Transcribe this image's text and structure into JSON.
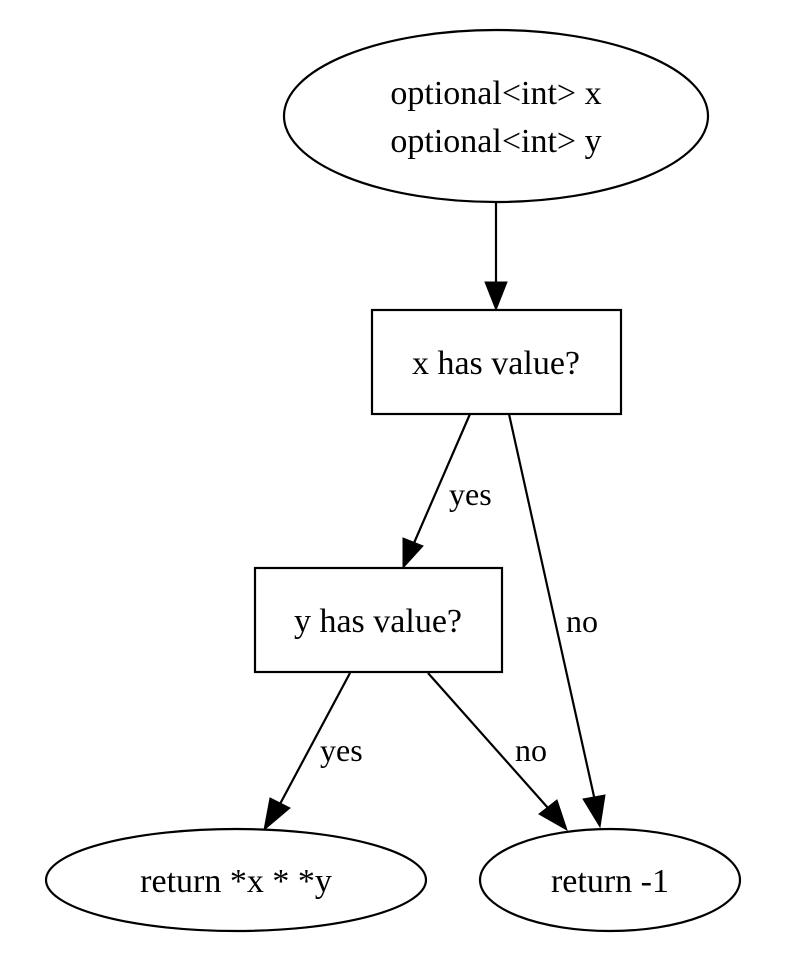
{
  "nodes": {
    "inputs": {
      "lines": [
        "optional<int> x",
        "optional<int> y"
      ]
    },
    "x_check": {
      "label": "x has value?"
    },
    "y_check": {
      "label": "y has value?"
    },
    "return_product": {
      "label": "return *x * *y"
    },
    "return_minus_one": {
      "label": "return -1"
    }
  },
  "edges": {
    "inputs_to_x_check": {
      "label": ""
    },
    "x_yes": {
      "label": "yes"
    },
    "x_no": {
      "label": "no"
    },
    "y_yes": {
      "label": "yes"
    },
    "y_no": {
      "label": "no"
    }
  }
}
